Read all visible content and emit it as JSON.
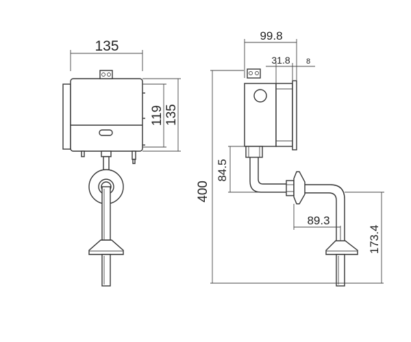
{
  "front_view": {
    "dim_width": "135",
    "dim_body_height": "119",
    "dim_total_height": "135"
  },
  "side_view": {
    "dim_depth": "99.8",
    "dim_flange": "31.8",
    "dim_plate": "8",
    "dim_overall_height": "400",
    "dim_outlet_height": "84.5",
    "dim_offset": "89.3",
    "dim_lower_height": "173.4"
  }
}
